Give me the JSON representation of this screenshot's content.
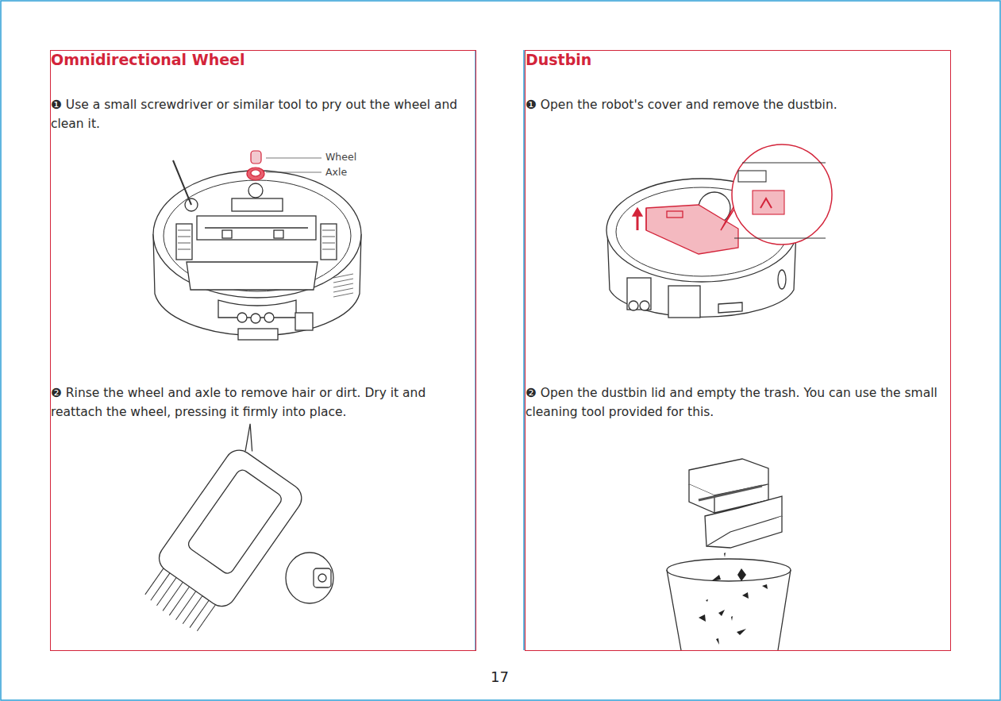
{
  "diagram": {
    "nodes": [
      {
        "text": [
          "Omnidirectional Wheel",
          "❶ Use a small screwdriver or similar tool to pry out the wheel and clean it.",
          "❷ Rinse the wheel and axle to remove hair or dirt. Dry it and reattach the wheel, pressing it firmly into place."
        ]
      },
      {
        "text": [
          "Dustbin",
          "❶ Open the robot's cover and remove the dustbin.",
          "❷ Open the dustbin lid and empty the trash. You can use the small cleaning tool provided for this."
        ]
      }
    ],
    "labels": [
      "Wheel",
      "Axle",
      "17"
    ]
  }
}
